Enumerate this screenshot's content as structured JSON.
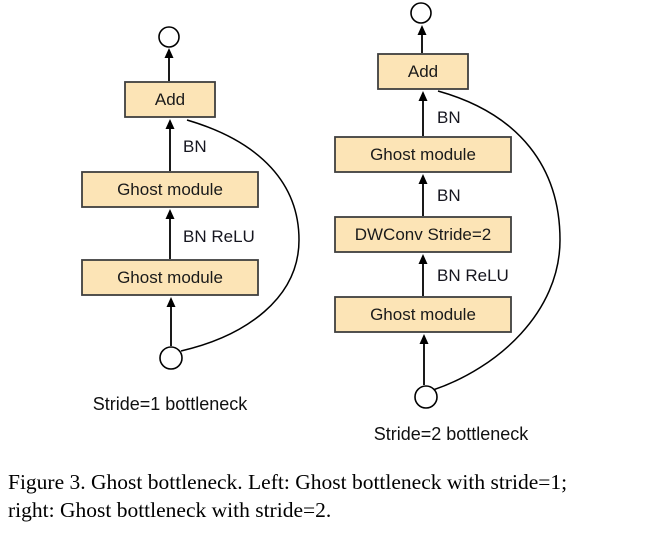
{
  "colors": {
    "box_fill": "#FCE4B6",
    "box_border": "#3F3F3F",
    "line": "#000000",
    "text": "#1A1A1A"
  },
  "left": {
    "caption": "Stride=1 bottleneck",
    "add": "Add",
    "bn": "BN",
    "ghost_top": "Ghost module",
    "bn_relu": "BN ReLU",
    "ghost_bottom": "Ghost module"
  },
  "right": {
    "caption": "Stride=2 bottleneck",
    "add": "Add",
    "bn_top": "BN",
    "ghost_top": "Ghost module",
    "bn_mid": "BN",
    "dwconv": "DWConv Stride=2",
    "bn_relu": "BN ReLU",
    "ghost_bottom": "Ghost module"
  },
  "figure_caption": {
    "line1": "Figure 3. Ghost bottleneck. Left: Ghost bottleneck with stride=1;",
    "line2": "right: Ghost bottleneck with stride=2."
  }
}
